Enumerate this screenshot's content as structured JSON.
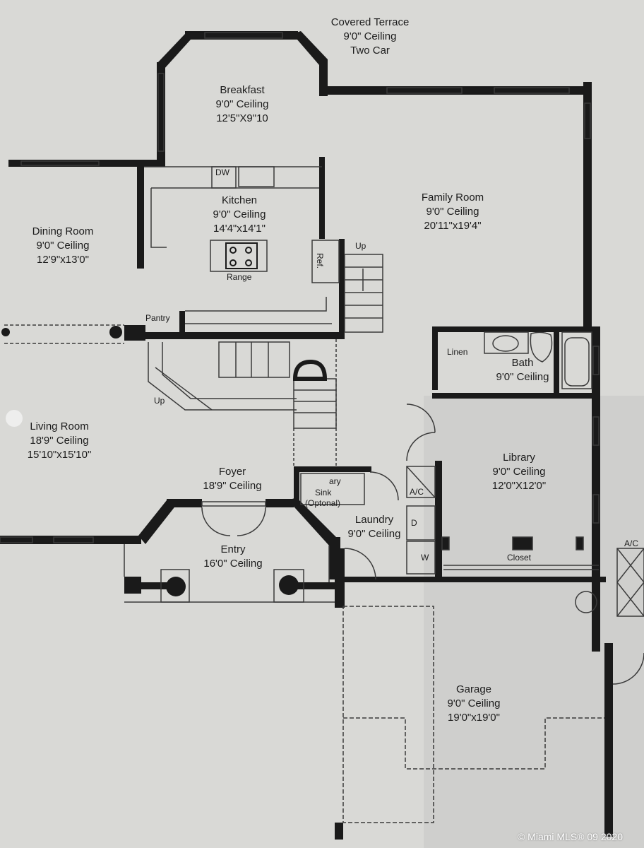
{
  "colors": {
    "paper": "#d9d9d6",
    "wall": "#1a1a1a",
    "line": "#3a3a3a"
  },
  "rooms": {
    "covered_terrace": {
      "name": "Covered Terrace",
      "ceiling": "9'0\" Ceiling",
      "note": "Two Car"
    },
    "breakfast": {
      "name": "Breakfast",
      "ceiling": "9'0\" Ceiling",
      "size": "12'5\"X9\"10"
    },
    "kitchen": {
      "name": "Kitchen",
      "ceiling": "9'0\" Ceiling",
      "size": "14'4\"x14'1\""
    },
    "family_room": {
      "name": "Family Room",
      "ceiling": "9'0\" Ceiling",
      "size": "20'11\"x19'4\""
    },
    "dining_room": {
      "name": "Dining Room",
      "ceiling": "9'0\" Ceiling",
      "size": "12'9\"x13'0\""
    },
    "bath": {
      "name": "Bath",
      "ceiling": "9'0\" Ceiling"
    },
    "living_room": {
      "name": "Living Room",
      "ceiling": "18'9\" Ceiling",
      "size": "15'10\"x15'10\""
    },
    "library": {
      "name": "Library",
      "ceiling": "9'0\" Ceiling",
      "size": "12'0\"X12'0\""
    },
    "foyer": {
      "name": "Foyer",
      "ceiling": "18'9\" Ceiling"
    },
    "laundry": {
      "name": "Laundry",
      "ceiling": "9'0\" Ceiling"
    },
    "entry": {
      "name": "Entry",
      "ceiling": "16'0\" Ceiling"
    },
    "garage": {
      "name": "Garage",
      "ceiling": "9'0\" Ceiling",
      "size": "19'0\"x19'0\""
    }
  },
  "fixtures": {
    "dw": "DW",
    "range": "Range",
    "ref": "Ref.",
    "pantry": "Pantry",
    "up_1": "Up",
    "up_2": "Up",
    "linen": "Linen",
    "sink": "Sink",
    "optional": "(Optonal)",
    "ary": "ary",
    "ac_1": "A/C",
    "ac_2": "A/C",
    "dryer": "D",
    "washer": "W",
    "closet": "Closet"
  },
  "watermark": "© Miami MLS® 09 2020"
}
